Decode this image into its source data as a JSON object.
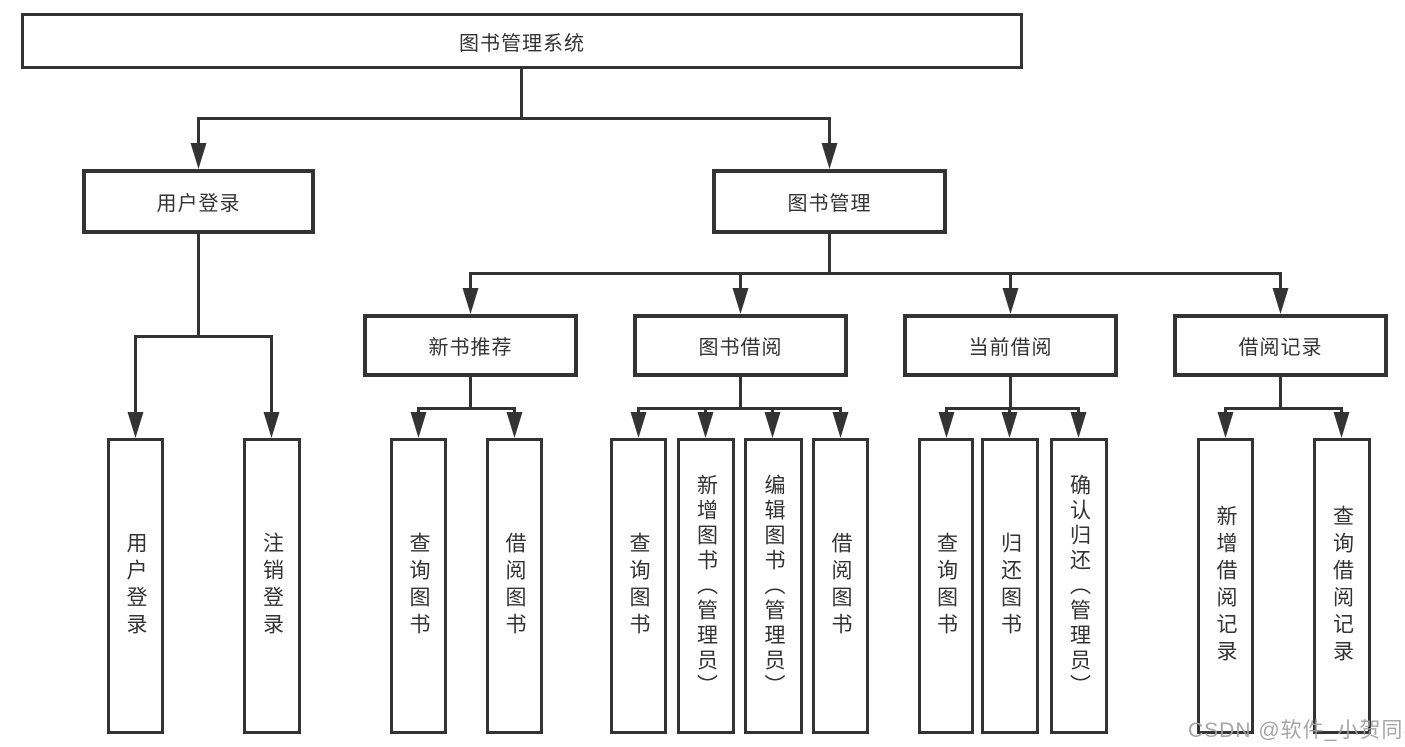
{
  "tree": {
    "root": {
      "label": "图书管理系统"
    },
    "branches": [
      {
        "label": "用户登录",
        "children": [
          {
            "label": "用户登录"
          },
          {
            "label": "注销登录"
          }
        ]
      },
      {
        "label": "图书管理",
        "children": [
          {
            "label": "新书推荐",
            "children": [
              {
                "label": "查询图书"
              },
              {
                "label": "借阅图书"
              }
            ]
          },
          {
            "label": "图书借阅",
            "children": [
              {
                "label": "查询图书"
              },
              {
                "label": "新增图书（管理员）"
              },
              {
                "label": "编辑图书（管理员）"
              },
              {
                "label": "借阅图书"
              }
            ]
          },
          {
            "label": "当前借阅",
            "children": [
              {
                "label": "查询图书"
              },
              {
                "label": "归还图书"
              },
              {
                "label": "确认归还（管理员）"
              }
            ]
          },
          {
            "label": "借阅记录",
            "children": [
              {
                "label": "新增借阅记录"
              },
              {
                "label": "查询借阅记录"
              }
            ]
          }
        ]
      }
    ]
  },
  "watermark": {
    "text": "CSDN @软件_小贺同学"
  },
  "colors": {
    "line": "#333333",
    "border": "#333333",
    "text": "#333333",
    "background": "#ffffff",
    "watermark": "#9e9e9e"
  }
}
